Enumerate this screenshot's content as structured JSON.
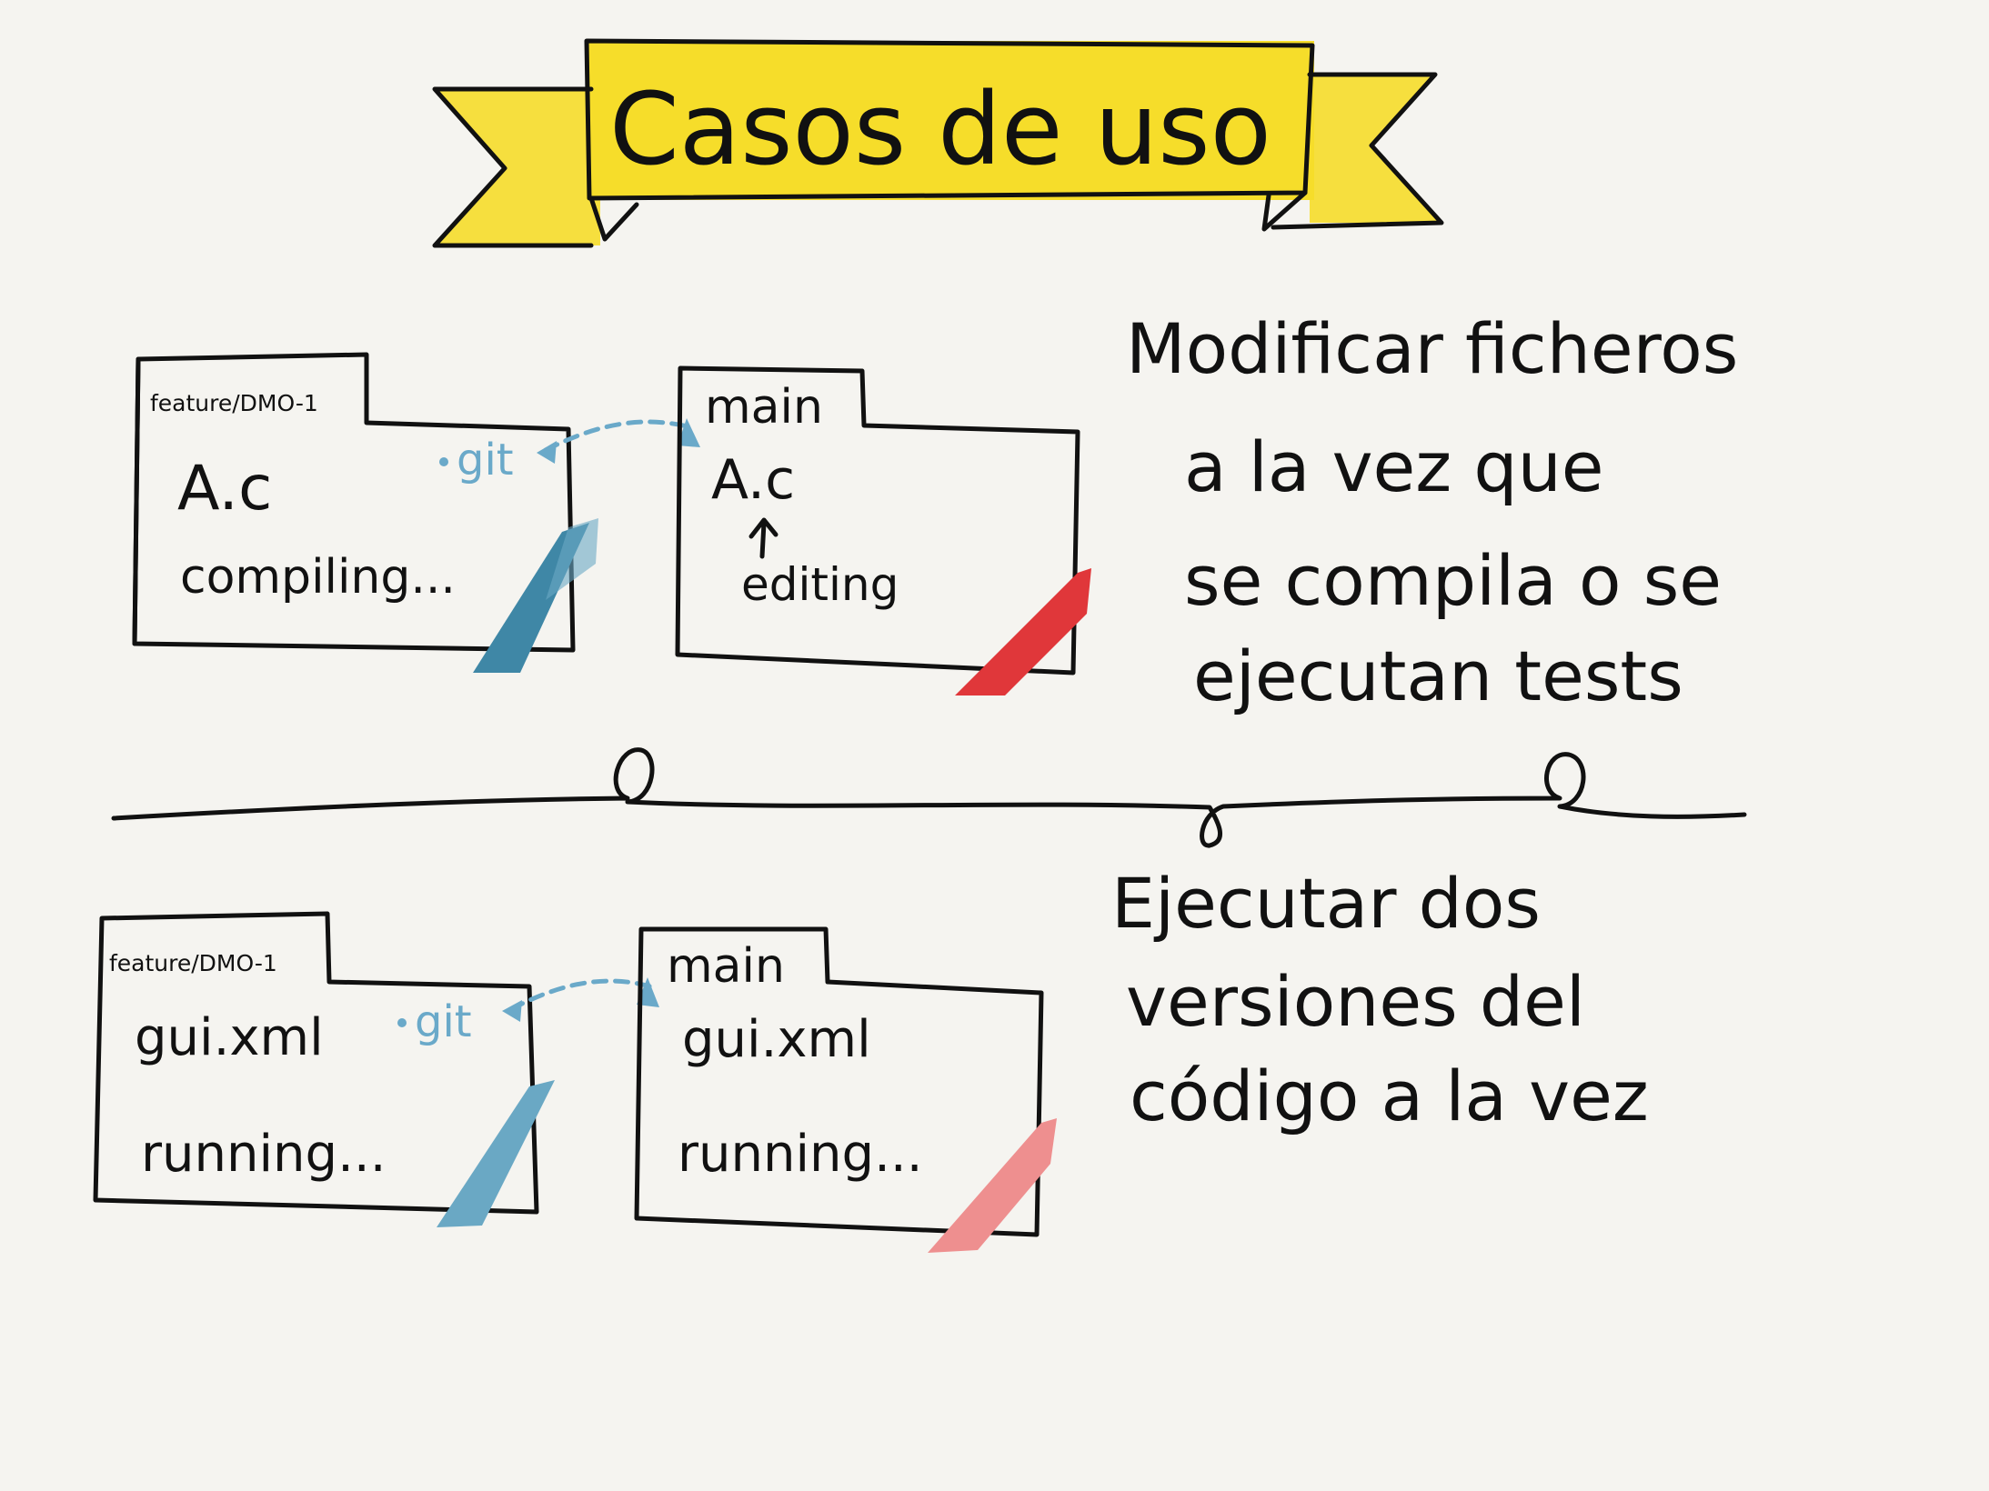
{
  "banner": {
    "title": "Casos de uso",
    "color": "#f6dd2a"
  },
  "scenarios": [
    {
      "left_folder": {
        "branch": "feature/DMO-1",
        "file": "A.c",
        "status": "compiling...",
        "tab_color": "#3f87a6"
      },
      "link_label": "git",
      "right_folder": {
        "branch": "main",
        "file": "A.c",
        "status": "editing",
        "tab_color": "#e0373a"
      },
      "description": [
        "Modificar ficheros",
        "a la vez que",
        "se compila o se",
        "ejecutan tests"
      ]
    },
    {
      "left_folder": {
        "branch": "feature/DMO-1",
        "file": "gui.xml",
        "status": "running...",
        "tab_color": "#6aa8c4"
      },
      "link_label": "git",
      "right_folder": {
        "branch": "main",
        "file": "gui.xml",
        "status": "running...",
        "tab_color": "#ee8f8f"
      },
      "description": [
        "Ejecutar dos",
        "versiones del",
        "código a la vez"
      ]
    }
  ],
  "colors": {
    "ink": "#111111",
    "git_accent": "#6aa9c9",
    "background": "#f5f4f0"
  }
}
